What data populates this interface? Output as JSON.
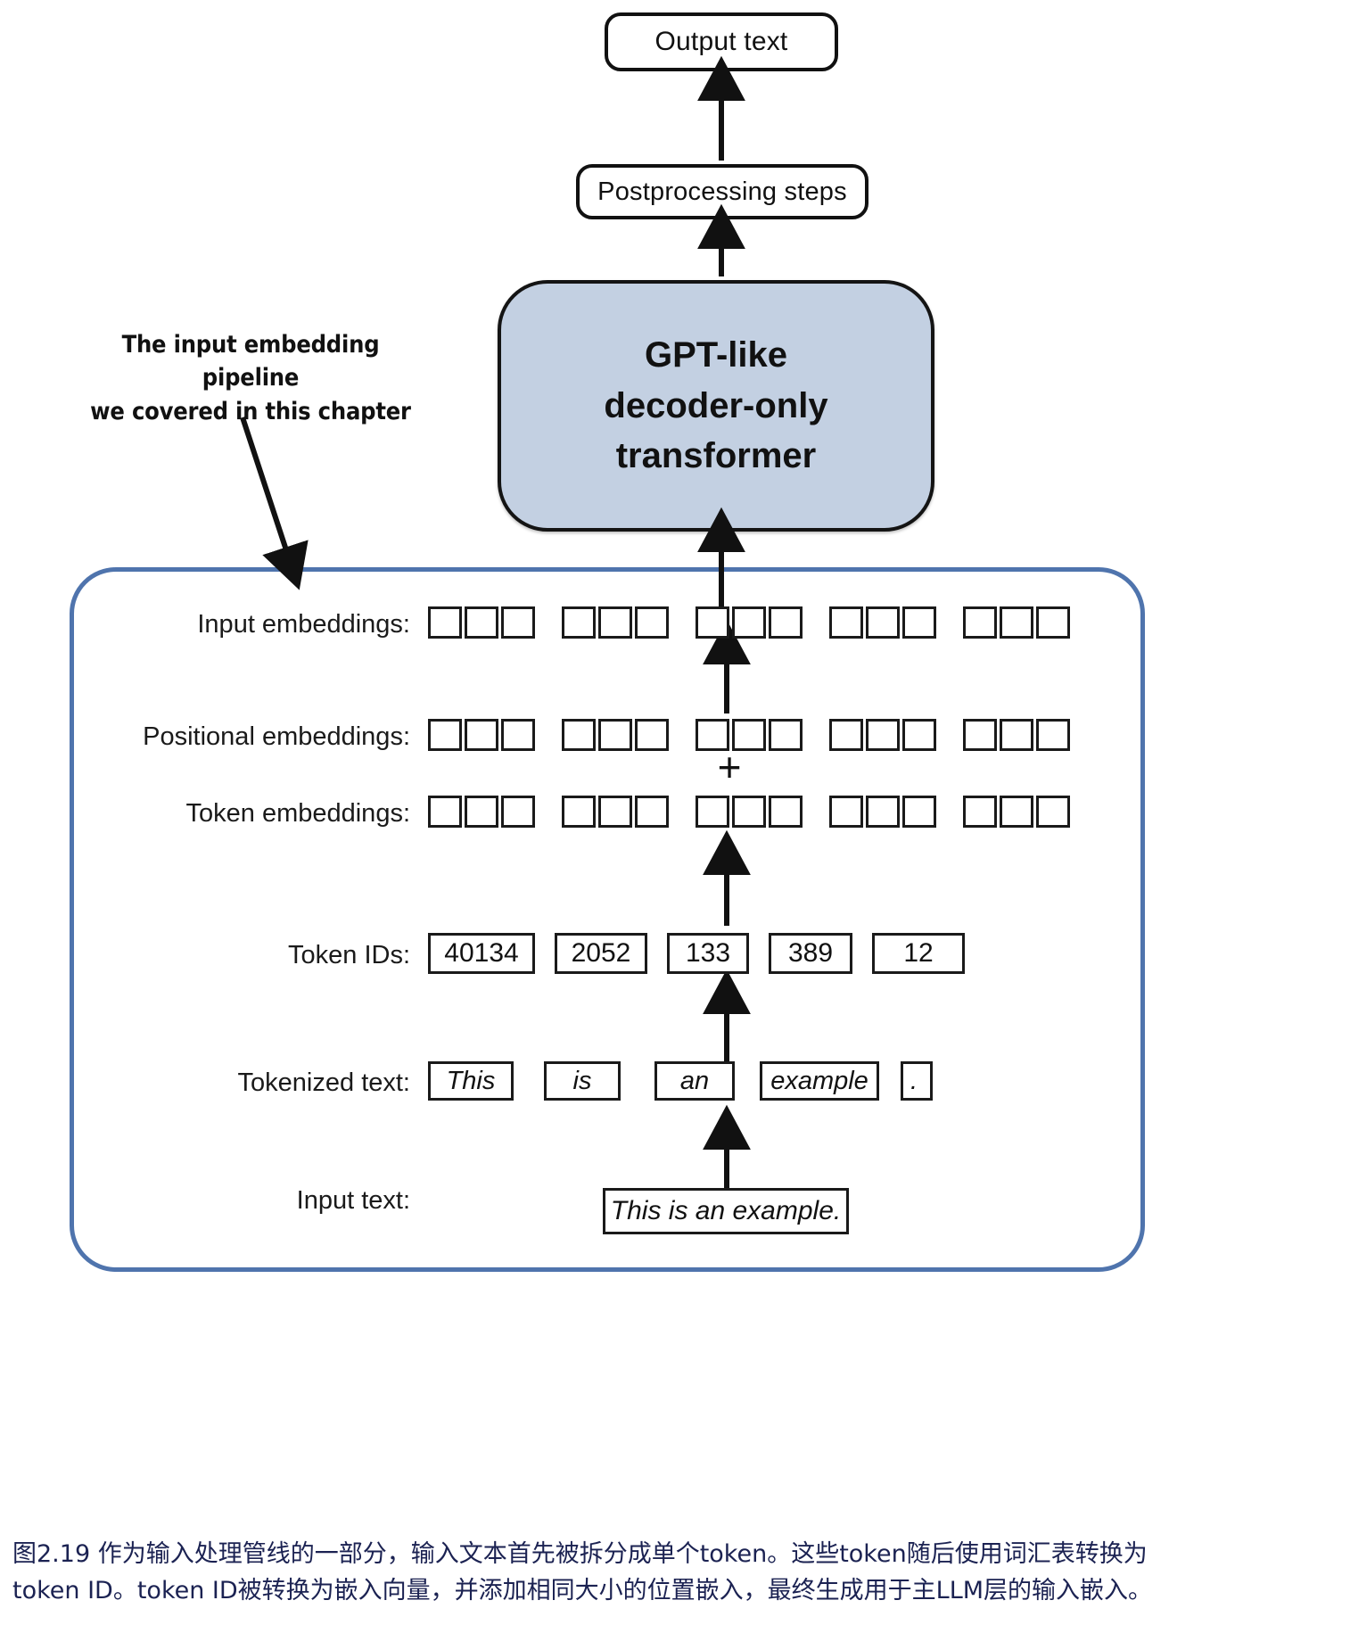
{
  "figure": {
    "top_nodes": {
      "output_text": "Output text",
      "postprocessing": "Postprocessing steps",
      "transformer_line1": "GPT-like",
      "transformer_line2": "decoder-only",
      "transformer_line3": "transformer"
    },
    "annotation": {
      "line1": "The input embedding pipeline",
      "line2": "we covered in this chapter"
    },
    "row_labels": {
      "input_embeddings": "Input embeddings:",
      "positional_embeddings": "Positional embeddings:",
      "token_embeddings": "Token embeddings:",
      "token_ids": "Token IDs:",
      "tokenized_text": "Tokenized text:",
      "input_text": "Input text:"
    },
    "plus_symbol": "+",
    "embedding_groups": 5,
    "embedding_cells_per_group": 3,
    "token_ids": [
      "40134",
      "2052",
      "133",
      "389",
      "12"
    ],
    "tokens": [
      "This",
      "is",
      "an",
      "example",
      "."
    ],
    "input_text_value": "This is an example.",
    "colors": {
      "transformer_fill": "#c3d0e2",
      "pipeline_border": "#4f74ad",
      "outline": "#111111",
      "caption_text": "#1b2252"
    }
  },
  "caption": {
    "line1": "图2.19 作为输入处理管线的一部分，输入文本首先被拆分成单个token。这些token随后使用词汇表转换为",
    "line2": "token ID。token ID被转换为嵌入向量，并添加相同大小的位置嵌入，最终生成用于主LLM层的输入嵌入。"
  }
}
